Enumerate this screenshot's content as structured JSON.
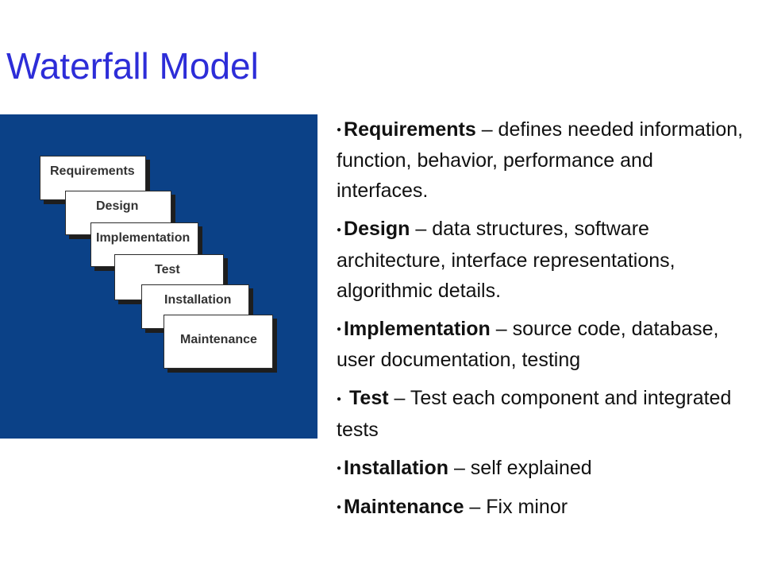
{
  "title": "Waterfall Model",
  "diagram": {
    "stages": [
      "Requirements",
      "Design",
      "Implementation",
      "Test",
      "Installation",
      "Maintenance"
    ]
  },
  "bullets": [
    {
      "term": "Requirements",
      "text": " – defines needed information, function, behavior, performance and interfaces."
    },
    {
      "term": "Design",
      "text": " – data structures, software architecture, interface representations, algorithmic details."
    },
    {
      "term": "Implementation",
      "text": " – source code, database, user documentation, testing"
    },
    {
      "term": "Test",
      "text": " – Test each component and integrated tests"
    },
    {
      "term": "Installation",
      "text": " – self explained"
    },
    {
      "term": "Maintenance",
      "text": " – Fix minor"
    }
  ]
}
